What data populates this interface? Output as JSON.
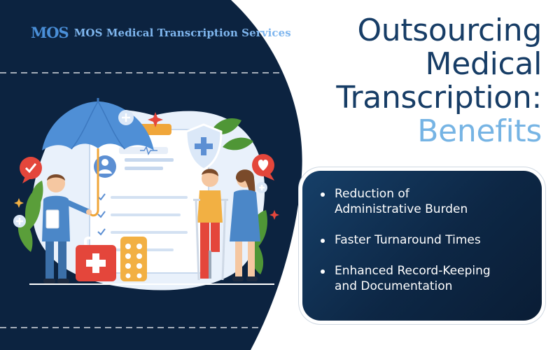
{
  "brand": {
    "mark": "MOS",
    "name": "MOS Medical Transcription Services"
  },
  "headline": {
    "line1": "Outsourcing",
    "line2": "Medical",
    "line3": "Transcription:",
    "accent": "Benefits"
  },
  "benefits": [
    {
      "line1": "Reduction of",
      "line2": "Administrative Burden"
    },
    {
      "line1": "Faster Turnaround Times",
      "line2": ""
    },
    {
      "line1": "Enhanced Record-Keeping",
      "line2": "and Documentation"
    }
  ],
  "colors": {
    "navy": "#0c2340",
    "headline": "#173d66",
    "accent": "#76b4e4",
    "umbrella": "#4f8fd6",
    "kit": "#e4463b"
  },
  "icons": [
    "globe-icon",
    "umbrella-icon",
    "clipboard-icon",
    "shield-plus-icon",
    "first-aid-kit-icon",
    "pill-pack-icon",
    "chat-check-icon",
    "chat-heart-icon"
  ]
}
